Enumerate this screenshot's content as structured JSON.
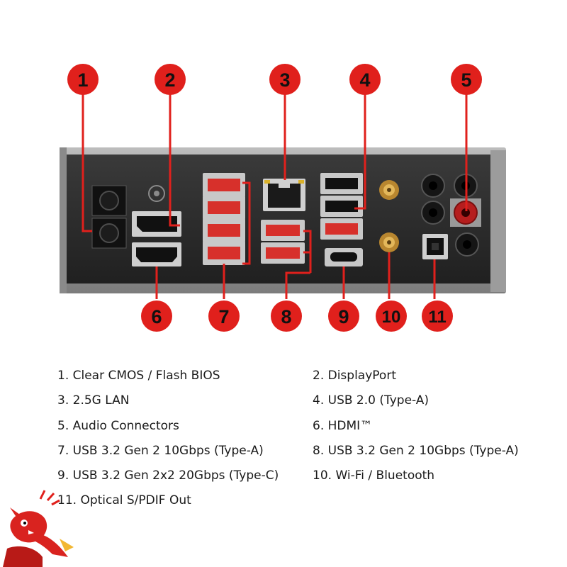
{
  "colors": {
    "accent": "#e0201c",
    "panel": "#2a2a2a",
    "legend_text": "#1a1a1a"
  },
  "callouts": [
    {
      "number": "1"
    },
    {
      "number": "2"
    },
    {
      "number": "3"
    },
    {
      "number": "4"
    },
    {
      "number": "5"
    },
    {
      "number": "6"
    },
    {
      "number": "7"
    },
    {
      "number": "8"
    },
    {
      "number": "9"
    },
    {
      "number": "10"
    },
    {
      "number": "11"
    }
  ],
  "legend": [
    "1. Clear CMOS / Flash BIOS",
    "2. DisplayPort",
    "3. 2.5G LAN",
    "4. USB 2.0 (Type-A)",
    "5. Audio Connectors",
    "6. HDMI™",
    "7. USB 3.2 Gen 2 10Gbps (Type-A)",
    "8. USB 3.2 Gen 2 10Gbps (Type-A)",
    "9. USB 3.2 Gen 2x2 20Gbps (Type-C)",
    "10. Wi-Fi / Bluetooth",
    "11. Optical S/PDIF Out"
  ],
  "mascot": {
    "icon": "dragon-mascot-icon"
  }
}
